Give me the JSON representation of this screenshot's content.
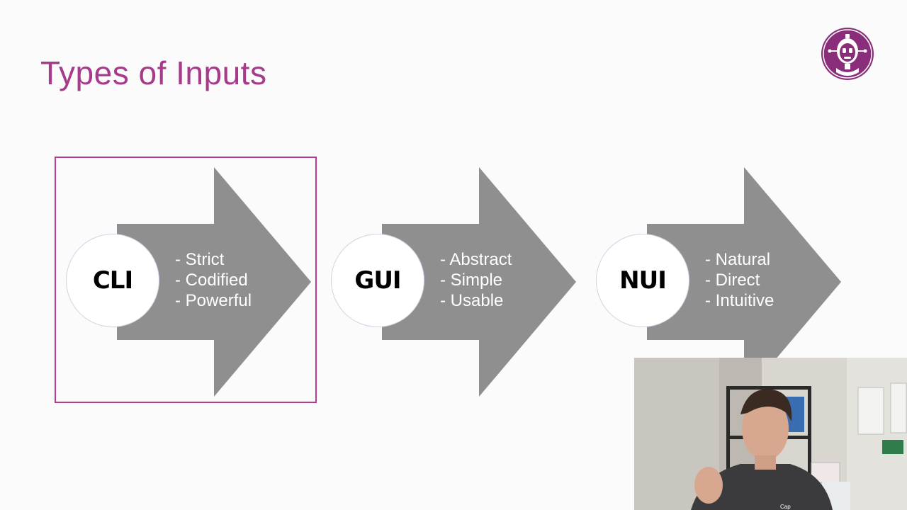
{
  "slide": {
    "title": "Types of Inputs"
  },
  "colors": {
    "accent": "#a53b8a",
    "arrow": "#8f8f8f",
    "circle_border": "#cfd3e4"
  },
  "inputs": [
    {
      "label": "CLI",
      "traits": [
        "Strict",
        "Codified",
        "Powerful"
      ],
      "highlighted": true
    },
    {
      "label": "GUI",
      "traits": [
        "Abstract",
        "Simple",
        "Usable"
      ],
      "highlighted": false
    },
    {
      "label": "NUI",
      "traits": [
        "Natural",
        "Direct",
        "Intuitive"
      ],
      "highlighted": false
    }
  ],
  "webcam": {
    "shirt_text": "Cap"
  }
}
